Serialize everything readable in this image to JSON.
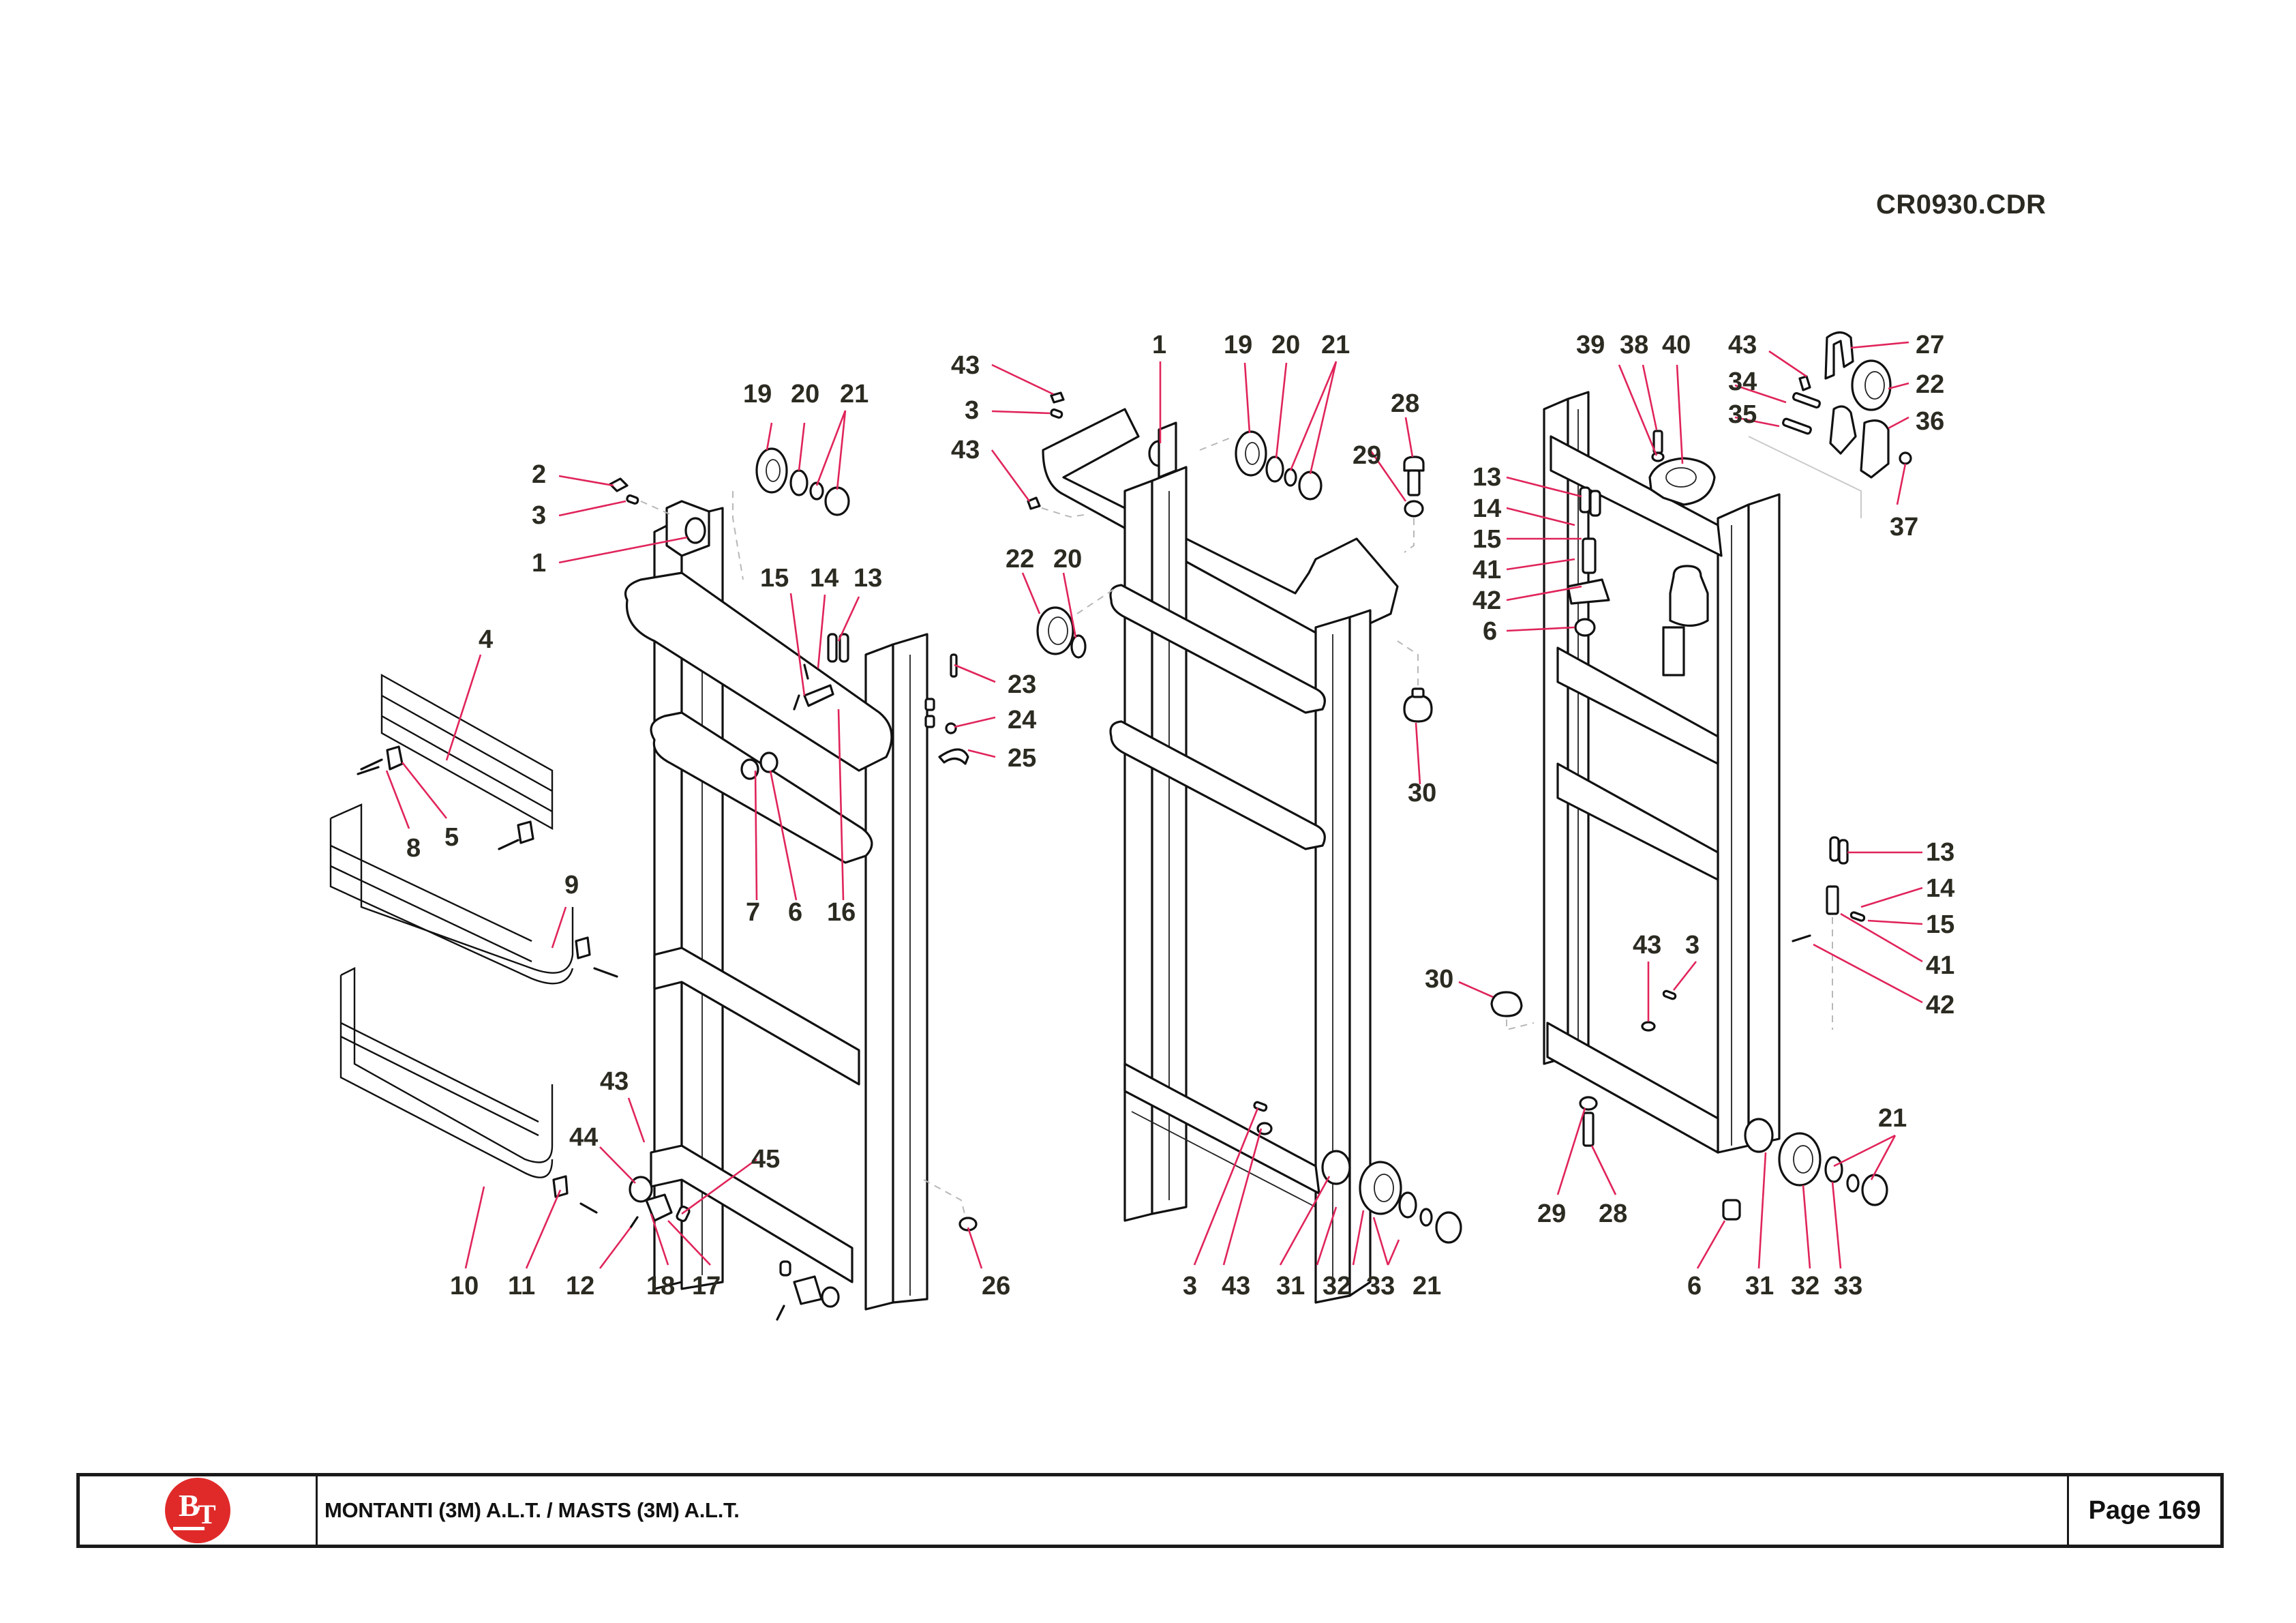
{
  "document": {
    "drawing_code": "CR0930.CDR",
    "title": "MONTANTI (3M) A.L.T. / MASTS (3M) A.L.T.",
    "page_label": "Page 169",
    "brand_logo": {
      "letters": [
        "B",
        "T"
      ],
      "color": "#e02a2a"
    }
  },
  "callouts": {
    "left": {
      "c19": "19",
      "c20": "20",
      "c21": "21",
      "c2": "2",
      "c3": "3",
      "c1": "1",
      "c15": "15",
      "c14": "14",
      "c13": "13",
      "c4": "4",
      "c23": "23",
      "c24": "24",
      "c25": "25",
      "c8": "8",
      "c5": "5",
      "c9": "9",
      "c7": "7",
      "c6": "6",
      "c16": "16",
      "c43": "43",
      "c44": "44",
      "c45": "45",
      "c10": "10",
      "c11": "11",
      "c12": "12",
      "c18": "18",
      "c17": "17",
      "c26": "26"
    },
    "middle": {
      "c43a": "43",
      "c3": "3",
      "c43b": "43",
      "c1": "1",
      "c19": "19",
      "c20": "20",
      "c21": "21",
      "c28": "28",
      "c29": "29",
      "c22": "22",
      "c20b": "20",
      "c30": "30",
      "c3b": "3",
      "c43c": "43",
      "c31": "31",
      "c32": "32",
      "c33": "33",
      "c21b": "21"
    },
    "right": {
      "c39": "39",
      "c38": "38",
      "c40": "40",
      "c43": "43",
      "c27": "27",
      "c34": "34",
      "c22": "22",
      "c35": "35",
      "c36": "36",
      "c37": "37",
      "c13": "13",
      "c14": "14",
      "c15": "15",
      "c41": "41",
      "c42": "42",
      "c6": "6",
      "c13b": "13",
      "c14b": "14",
      "c15b": "15",
      "c41b": "41",
      "c42b": "42",
      "c43b": "43",
      "c3": "3",
      "c30": "30",
      "c21": "21",
      "c29": "29",
      "c28": "28",
      "c6b": "6",
      "c31": "31",
      "c32": "32",
      "c33": "33"
    }
  }
}
